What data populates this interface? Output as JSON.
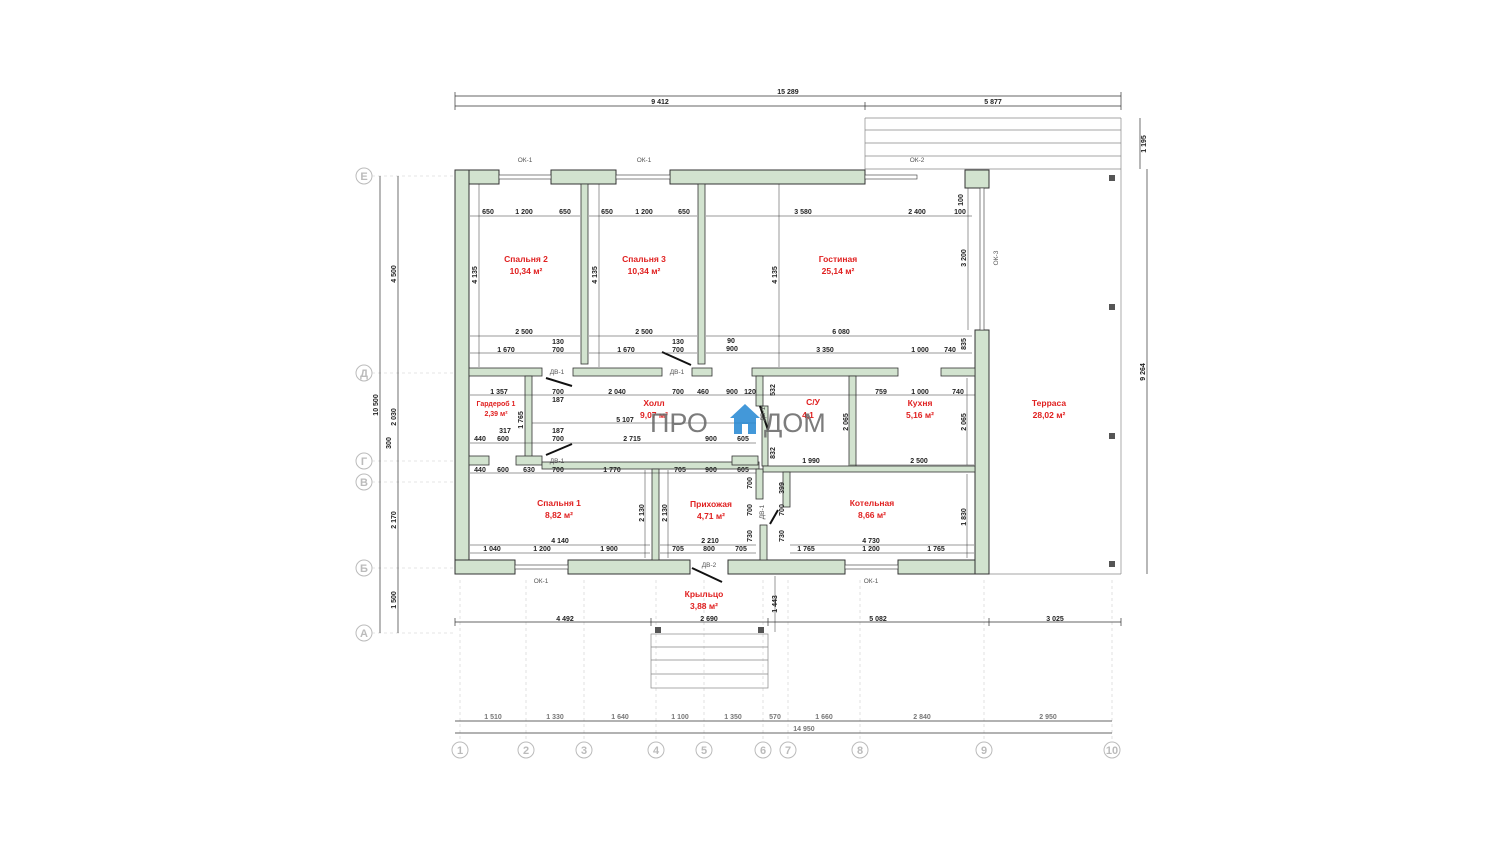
{
  "overall": {
    "total_width": "15 289",
    "left_width": "9 412",
    "right_width": "5 877",
    "bottom_total": "14 950"
  },
  "top_right": {
    "terrace_depth": "1 195",
    "terrace_total": "9 264"
  },
  "left_dims": {
    "total": "10 500",
    "upper": "4 500",
    "mid": "2 030",
    "mid2": "300",
    "lower": "2 170",
    "porch": "1 500"
  },
  "axes_rows": [
    "Е",
    "Д",
    "Г",
    "В",
    "Б",
    "А"
  ],
  "axes_cols": [
    "1",
    "2",
    "3",
    "4",
    "5",
    "6",
    "7",
    "8",
    "9",
    "10"
  ],
  "bottom_grid": [
    "1 510",
    "1 330",
    "1 640",
    "1 100",
    "1 350",
    "570",
    "1 660",
    "2 840",
    "2 950"
  ],
  "bottom_outer": [
    "4 492",
    "2 690",
    "5 082",
    "3 025"
  ],
  "windows": {
    "ok1": "ОК-1",
    "ok2": "ОК-2",
    "ok3": "ОК-3"
  },
  "doors": {
    "dv1": "ДВ-1",
    "dv2": "ДВ-2"
  },
  "rooms": [
    {
      "name": "Спальня 2",
      "area": "10,34 м²"
    },
    {
      "name": "Спальня 3",
      "area": "10,34 м²"
    },
    {
      "name": "Гостиная",
      "area": "25,14 м²"
    },
    {
      "name": "Гардероб 1",
      "area": "2,39 м²"
    },
    {
      "name": "Холл",
      "area": "9,07 м²"
    },
    {
      "name": "С/У",
      "area": "4,1"
    },
    {
      "name": "Кухня",
      "area": "5,16 м²"
    },
    {
      "name": "Терраса",
      "area": "28,02 м²"
    },
    {
      "name": "Спальня 1",
      "area": "8,82 м²"
    },
    {
      "name": "Прихожая",
      "area": "4,71 м²"
    },
    {
      "name": "Котельная",
      "area": "8,66 м²"
    },
    {
      "name": "Крыльцо",
      "area": "3,88 м²"
    }
  ],
  "inner_dims": {
    "b2_top": [
      "650",
      "1 200",
      "650"
    ],
    "b3_top": [
      "650",
      "1 200",
      "650"
    ],
    "liv_top": [
      "3 580",
      "2 400",
      "100"
    ],
    "b2_bot": "2 500",
    "b3_bot": "2 500",
    "liv_bot": "6 080",
    "h4135": "4 135",
    "h3200": "3 200",
    "h100": "100",
    "h835": "835",
    "b2_win": [
      "1 670",
      "700"
    ],
    "b2_130": "130",
    "b3_win": [
      "1 670",
      "700"
    ],
    "b3_130": "130",
    "liv_win": [
      "3 350",
      "1 000",
      "740"
    ],
    "liv_90": "90",
    "liv_900": "900",
    "hall_top": [
      "1 357",
      "700",
      "2 040",
      "700",
      "460",
      "900",
      "120"
    ],
    "hall_187": "187",
    "hall_317": "317",
    "hall_1765": "1 765",
    "hall_5107": "5 107",
    "hall_mid": [
      "440",
      "600",
      "700",
      "2 715",
      "900",
      "605"
    ],
    "hall_bot": [
      "440",
      "600",
      "630",
      "700",
      "1 770",
      "705",
      "900",
      "605"
    ],
    "kit_top": [
      "759",
      "1 000",
      "740"
    ],
    "kit_2065": "2 065",
    "kit_bot": [
      "1 990",
      "2 500"
    ],
    "su_532": "532",
    "su_832": "832",
    "su_2065": "2 065",
    "b1_top": "4 140",
    "b1_bot": [
      "1 040",
      "1 200",
      "1 900"
    ],
    "b1_h": "2 130",
    "pr_top": "2 210",
    "pr_bot": [
      "705",
      "800",
      "705"
    ],
    "pr_h": "2 130",
    "kot_top": "4 730",
    "kot_bot": [
      "1 765",
      "1 200",
      "1 765"
    ],
    "kot_h": "1 830",
    "c700": "700",
    "c730": "730",
    "c399": "399",
    "c1443": "1 443"
  },
  "logo": {
    "left": "ПРО",
    "right": "ДОМ"
  }
}
